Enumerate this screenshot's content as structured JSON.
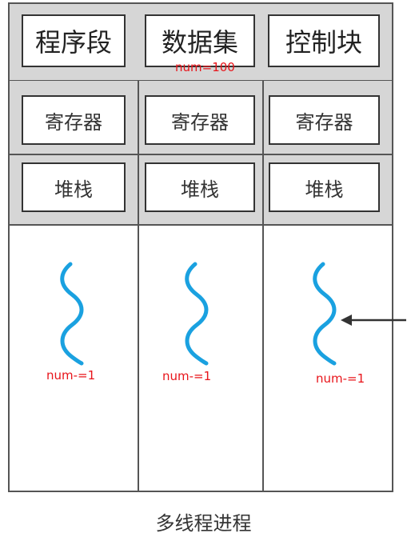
{
  "shared": {
    "code_segment": "程序段",
    "data_set": "数据集",
    "control_block": "控制块",
    "data_note": "num=100"
  },
  "threads": [
    {
      "register": "寄存器",
      "stack": "堆栈",
      "op": "num-=1"
    },
    {
      "register": "寄存器",
      "stack": "堆栈",
      "op": "num-=1"
    },
    {
      "register": "寄存器",
      "stack": "堆栈",
      "op": "num-=1"
    }
  ],
  "caption": "多线程进程",
  "colors": {
    "wave": "#1aa1e0",
    "annotation": "#e8141a",
    "band": "#d6d6d6"
  }
}
